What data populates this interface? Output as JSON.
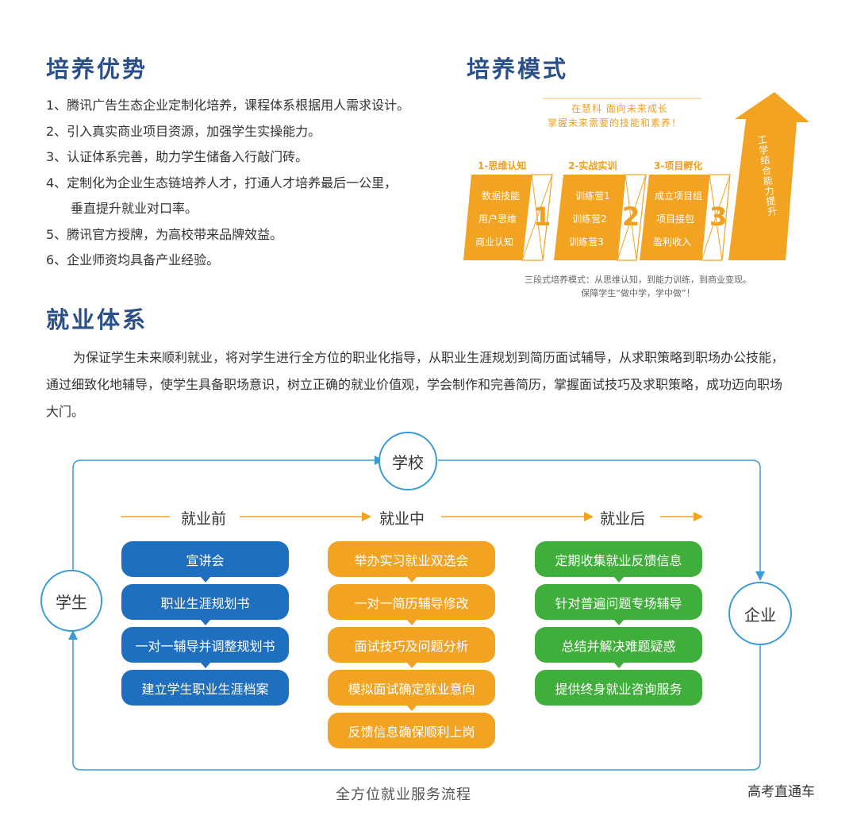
{
  "advantages": {
    "title": "培养优势",
    "items": [
      "1、腾讯广告生态企业定制化培养，课程体系根据用人需求设计。",
      "2、引入真实商业项目资源，加强学生实操能力。",
      "3、认证体系完善，助力学生储备入行敲门砖。",
      "4、定制化为企业生态链培养人才，打通人才培养最后一公里，",
      "垂直提升就业对口率。",
      "5、腾讯官方授牌，为高校带来品牌效益。",
      "6、企业师资均具备产业经验。"
    ]
  },
  "model": {
    "title": "培养模式",
    "slogan_line1": "在慧科 面向未来成长",
    "slogan_line2": "掌握未来需要的技能和素养！",
    "stages": [
      {
        "label": "1-思维认知",
        "items": [
          "数据技能",
          "用户思维",
          "商业认知"
        ],
        "number": "1"
      },
      {
        "label": "2-实战实训",
        "items": [
          "训练营1",
          "训练营2",
          "训练营3"
        ],
        "number": "2"
      },
      {
        "label": "3-项目孵化",
        "items": [
          "成立项目组",
          "项目接包",
          "盈利收入"
        ],
        "number": "3"
      }
    ],
    "arrow_text": "工学结合能力提升",
    "caption_line1": "三段式培养模式：从思维认知，到能力训练，到商业变现。",
    "caption_line2": "保障学生“做中学，学中做”！"
  },
  "employment": {
    "title": "就业体系",
    "paragraph": "为保证学生未来顺利就业，将对学生进行全方位的职业化指导，从职业生涯规划到简历面试辅导，从求职策略到职场办公技能，通过细致化地辅导，使学生具备职场意识，树立正确的就业价值观，学会制作和完善简历，掌握面试技巧及求职策略，成功迈向职场大门。"
  },
  "flow": {
    "school": "学校",
    "student": "学生",
    "enterprise": "企业",
    "phases": [
      "就业前",
      "就业中",
      "就业后"
    ],
    "before": [
      "宣讲会",
      "职业生涯规划书",
      "一对一辅导并调整规划书",
      "建立学生职业生涯档案"
    ],
    "during": [
      "举办实习就业双选会",
      "一对一简历辅导修改",
      "面试技巧及问题分析",
      "模拟面试确定就业意向",
      "反馈信息确保顺利上岗"
    ],
    "after": [
      "定期收集就业反馈信息",
      "针对普遍问题专场辅导",
      "总结并解决难题疑惑",
      "提供终身就业咨询服务"
    ],
    "caption": "全方位就业服务流程"
  },
  "watermark": "高考直通车",
  "colors": {
    "title": "#2b4f88",
    "orange": "#f3a322",
    "blue": "#1f6fc0",
    "green": "#3fae3a",
    "line": "#3a9bd5"
  }
}
